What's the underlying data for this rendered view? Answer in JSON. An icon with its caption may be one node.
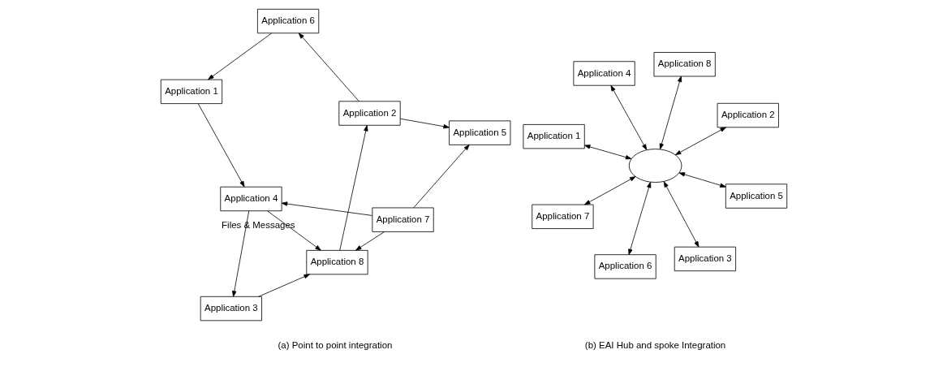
{
  "diagram": {
    "nodes": [
      {
        "text": [
          "Application 1"
        ]
      },
      {
        "text": [
          "Application 2"
        ]
      },
      {
        "text": [
          "Application 3"
        ]
      },
      {
        "text": [
          "Application 4"
        ]
      },
      {
        "text": [
          "Application 5"
        ]
      },
      {
        "text": [
          "Application 6"
        ]
      },
      {
        "text": [
          "Application 7"
        ]
      },
      {
        "text": [
          "Application 8"
        ]
      },
      {
        "text": [
          "Application 1"
        ]
      },
      {
        "text": [
          "Application 2"
        ]
      },
      {
        "text": [
          "Application 3"
        ]
      },
      {
        "text": [
          "Application 8"
        ]
      },
      {
        "text": [],
        "shape": "ellipse"
      },
      {
        "text": [
          "Application 4"
        ]
      },
      {
        "text": [
          "Application 7"
        ]
      },
      {
        "text": [
          "Application 5"
        ]
      },
      {
        "text": [
          "Application 6"
        ]
      }
    ],
    "edges": [
      {
        "from": 0,
        "to": 3,
        "arrow": "to"
      },
      {
        "from": 7,
        "to": 1,
        "arrow": "to"
      },
      {
        "from": 2,
        "to": 7,
        "arrow": "to"
      },
      {
        "from": 1,
        "to": 5,
        "arrow": "to"
      },
      {
        "from": 1,
        "to": 4,
        "arrow": "to"
      },
      {
        "from": 3,
        "to": 2,
        "arrow": "to"
      },
      {
        "from": 3,
        "to": 7,
        "arrow": "to",
        "label": "Files & Messages"
      },
      {
        "from": 5,
        "to": 0,
        "arrow": "to"
      },
      {
        "from": 6,
        "to": 7,
        "arrow": "to"
      },
      {
        "from": 6,
        "to": 3,
        "arrow": "to"
      },
      {
        "from": 6,
        "to": 4,
        "arrow": "to"
      },
      {
        "from": 8,
        "to": 12,
        "arrow": "both"
      },
      {
        "from": 9,
        "to": 12,
        "arrow": "both"
      },
      {
        "from": 10,
        "to": 12,
        "arrow": "both"
      },
      {
        "from": 11,
        "to": 12,
        "arrow": "both"
      },
      {
        "from": 12,
        "to": 13,
        "arrow": "both"
      },
      {
        "from": 14,
        "to": 12,
        "arrow": "both"
      },
      {
        "from": 12,
        "to": 15,
        "arrow": "both"
      },
      {
        "from": 12,
        "to": 16,
        "arrow": "both"
      }
    ],
    "labels": [
      "(a) Point to point integration",
      "(b) EAI Hub and spoke Integration"
    ]
  }
}
